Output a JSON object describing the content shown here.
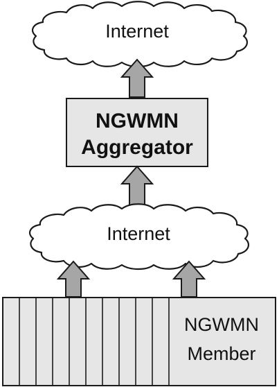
{
  "diagram": {
    "top_cloud": {
      "label": "Internet"
    },
    "aggregator": {
      "line1": "NGWMN",
      "line2": "Aggregator"
    },
    "bottom_cloud": {
      "label": "Internet"
    },
    "member": {
      "line1": "NGWMN",
      "line2": "Member"
    }
  },
  "colors": {
    "arrow_fill": "#a6a6a6",
    "box_fill": "#e6e6e6",
    "outline": "#1a1a1a",
    "background": "#ffffff"
  }
}
